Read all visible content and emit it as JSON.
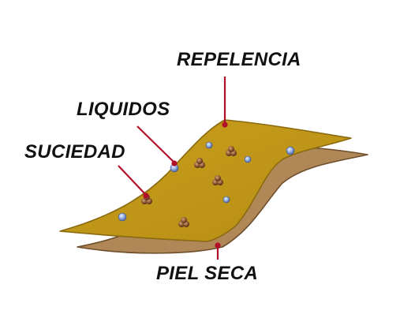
{
  "labels": {
    "repelencia": "REPELENCIA",
    "liquidos": "LIQUIDOS",
    "suciedad": "SUCIEDAD",
    "piel_seca": "PIEL SECA"
  },
  "colors": {
    "top_layer": "#c49a1a",
    "top_layer_edge": "#8a6a10",
    "bottom_layer": "#b08858",
    "bottom_layer_edge": "#6e4e2c",
    "leader_line": "#b0102a",
    "liquid_drop": "#8ea6d8",
    "dirt_particle": "#7a4a2a"
  },
  "icons": {
    "liquid": "water-droplet",
    "dirt": "dirt-particle"
  }
}
